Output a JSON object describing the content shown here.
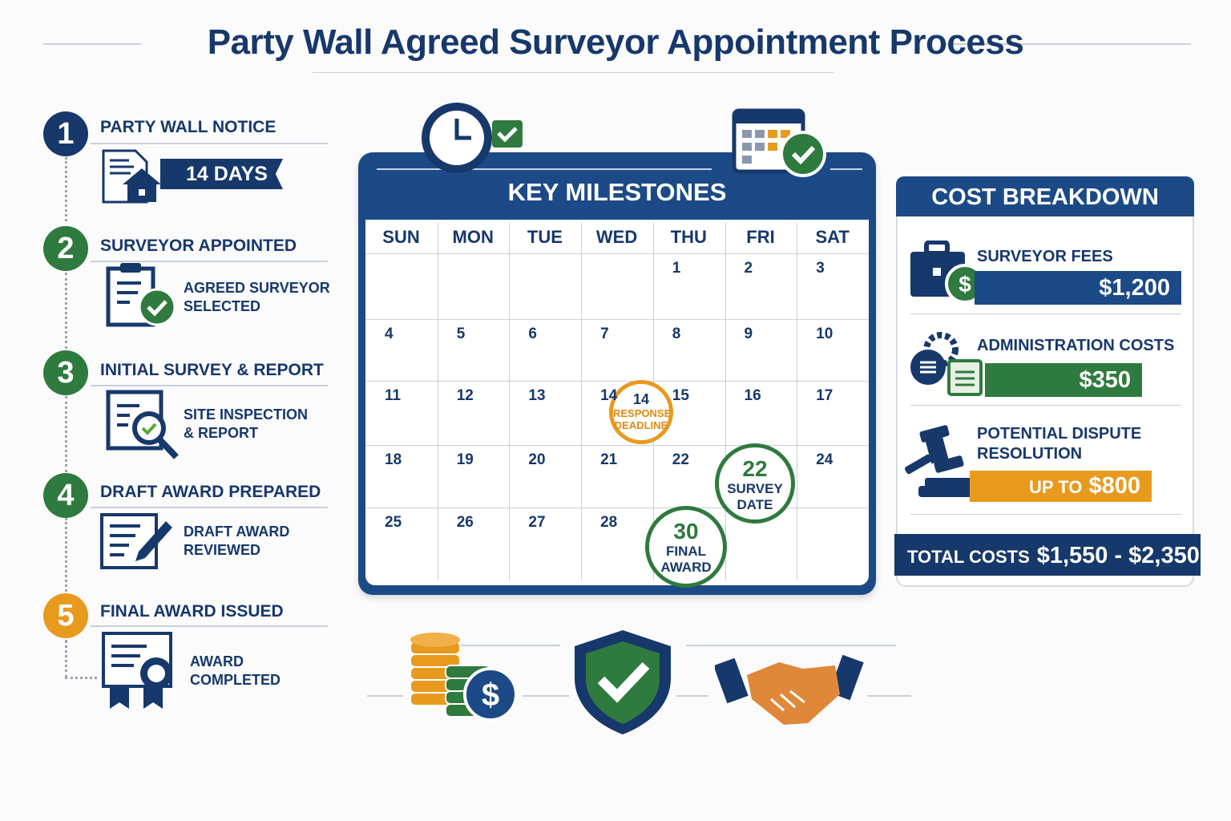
{
  "title": "Party Wall Agreed Surveyor Appointment Process",
  "steps": [
    {
      "num": "1",
      "title": "PARTY WALL NOTICE",
      "badge": "14 DAYS",
      "color": "#17386b",
      "icon": "notice-house-icon"
    },
    {
      "num": "2",
      "title": "SURVEYOR APPOINTED",
      "desc1": "AGREED SURVEYOR",
      "desc2": "SELECTED",
      "color": "#2f7a3e",
      "icon": "clipboard-check-icon"
    },
    {
      "num": "3",
      "title": "INITIAL SURVEY & REPORT",
      "desc1": "SITE INSPECTION",
      "desc2": "& REPORT",
      "color": "#2f7a3e",
      "icon": "document-magnifier-icon"
    },
    {
      "num": "4",
      "title": "DRAFT AWARD PREPARED",
      "desc1": "DRAFT AWARD",
      "desc2": "REVIEWED",
      "color": "#2f7a3e",
      "icon": "document-pen-icon"
    },
    {
      "num": "5",
      "title": "FINAL AWARD ISSUED",
      "desc1": "AWARD",
      "desc2": "COMPLETED",
      "color": "#e89a1e",
      "icon": "certificate-icon"
    }
  ],
  "calendar": {
    "title": "KEY MILESTONES",
    "days": [
      "SUN",
      "MON",
      "TUE",
      "WED",
      "THU",
      "FRI",
      "SAT"
    ],
    "weeks": [
      [
        "",
        "",
        "",
        "",
        "1",
        "2",
        "3"
      ],
      [
        "4",
        "5",
        "6",
        "7",
        "8",
        "9",
        "10"
      ],
      [
        "11",
        "12",
        "13",
        "14",
        "15",
        "16",
        "17"
      ],
      [
        "18",
        "19",
        "20",
        "21",
        "22",
        "",
        "24"
      ],
      [
        "25",
        "26",
        "27",
        "28",
        "",
        "",
        ""
      ]
    ],
    "milestones": [
      {
        "day": "14",
        "label1": "RESPONSE",
        "label2": "DEADLINE",
        "color": "#e89a1e"
      },
      {
        "day": "22",
        "label1": "SURVEY",
        "label2": "DATE",
        "color": "#2f7a3e"
      },
      {
        "day": "30",
        "label1": "FINAL",
        "label2": "AWARD",
        "color": "#2f7a3e"
      }
    ]
  },
  "costs": {
    "title": "COST BREAKDOWN",
    "items": [
      {
        "label": "SURVEYOR FEES",
        "value": "$1,200",
        "color": "#1c4a86",
        "icon": "briefcase-dollar-icon"
      },
      {
        "label": "ADMINISTRATION COSTS",
        "value": "$350",
        "color": "#2f7a3e",
        "icon": "gears-clipboard-icon"
      },
      {
        "label1": "POTENTIAL DISPUTE",
        "label2": "RESOLUTION",
        "prefix": "UP TO",
        "value": "$800",
        "color": "#e89a1e",
        "icon": "gavel-icon"
      }
    ],
    "total_label": "TOTAL COSTS",
    "total_value": "$1,550 - $2,350"
  }
}
